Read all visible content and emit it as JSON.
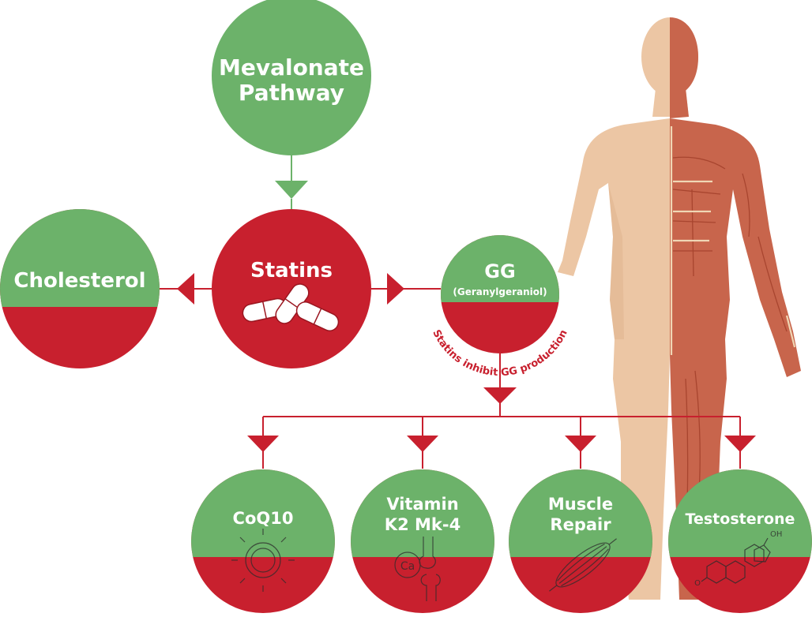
{
  "colors": {
    "green": "#6cb26a",
    "red": "#c8202e",
    "white": "#ffffff",
    "skin": "#ecc6a4",
    "skin_shade": "#d9a884",
    "muscle": "#c8654c",
    "muscle_dark": "#a8452f",
    "tendon": "#f0d7b5"
  },
  "nodes": {
    "mevalonate": {
      "line1": "Mevalonate",
      "line2": "Pathway"
    },
    "statins": {
      "label": "Statins",
      "icon": "pill-capsules-icon"
    },
    "cholesterol": {
      "label": "Cholesterol"
    },
    "gg": {
      "label": "GG",
      "sub": "(Geranylgeraniol)",
      "note": "Statins inhibit GG production"
    },
    "coq10": {
      "label": "CoQ10",
      "icon": "sun-icon"
    },
    "vitamin": {
      "line1": "Vitamin",
      "line2": "K2 Mk-4",
      "icon": "bone-joint-icon",
      "icon_text": "Ca"
    },
    "muscle": {
      "line1": "Muscle",
      "line2": "Repair",
      "icon": "muscle-fiber-icon"
    },
    "testosterone": {
      "label": "Testosterone",
      "icon": "steroid-molecule-icon",
      "oh": "OH",
      "o": "O"
    }
  },
  "figure": {
    "icon": "human-anatomy-figure"
  }
}
